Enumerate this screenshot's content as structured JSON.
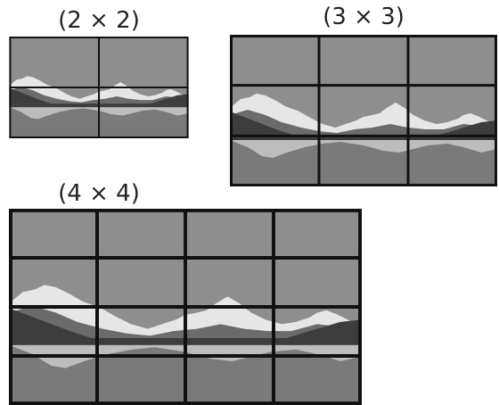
{
  "panels": [
    {
      "label": "(2 × 2)",
      "rows": 2,
      "cols": 2
    },
    {
      "label": "(3 × 3)",
      "rows": 3,
      "cols": 3
    },
    {
      "label": "(4 × 4)",
      "rows": 4,
      "cols": 4
    }
  ],
  "colors": {
    "sky": "#8e8e8e",
    "grid_line": "#111111",
    "mountain_far": "#6b6b6b",
    "snow": "#e6e6e6",
    "shore": "#3d3d3d",
    "water": "#7a7a7a",
    "reflection": "#bdbdbd"
  }
}
